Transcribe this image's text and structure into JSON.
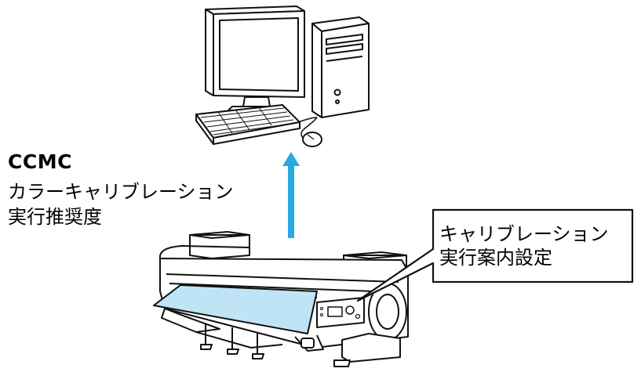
{
  "left_label": {
    "title": "CCMC",
    "line1": "カラーキャリブレーション",
    "line2": "実行推奨度"
  },
  "callout": {
    "line1": "キャリブレーション",
    "line2": "実行案内設定"
  },
  "colors": {
    "arrow": "#29a9e1",
    "media": "#bfe4f6",
    "outline": "#111111",
    "fill": "#ffffff"
  }
}
